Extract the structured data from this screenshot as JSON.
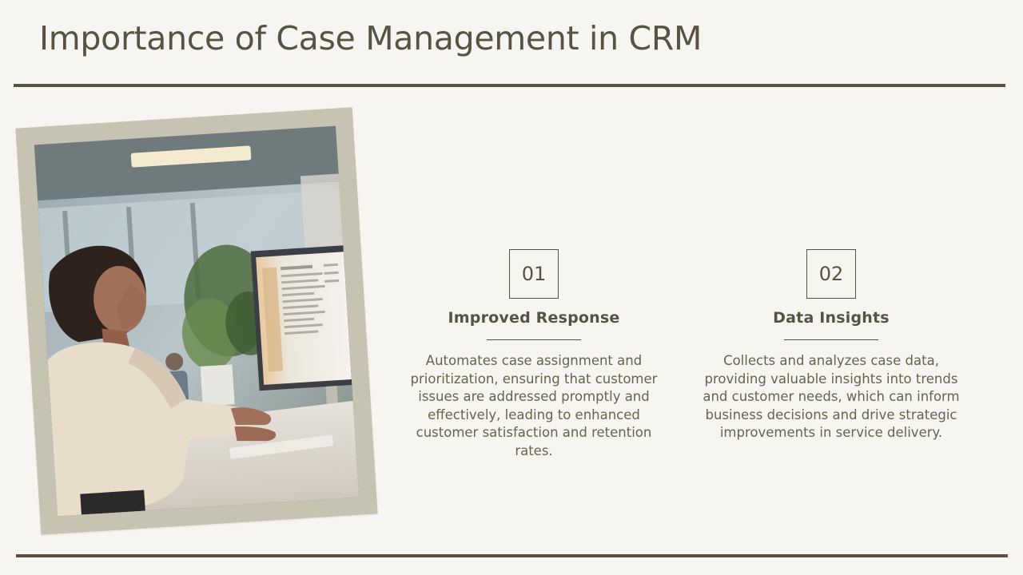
{
  "slide": {
    "title": "Importance of Case Management in CRM"
  },
  "photo": {
    "icon": "photo-woman-at-computer"
  },
  "features": [
    {
      "number": "01",
      "title": "Improved Response",
      "description": "Automates case assignment and prioritization, ensuring that customer issues are addressed promptly and effectively, leading to enhanced customer satisfaction and retention rates."
    },
    {
      "number": "02",
      "title": "Data Insights",
      "description": "Collects and analyzes case data, providing valuable insights into trends and customer needs, which can inform business decisions and drive strategic improvements in service delivery."
    }
  ],
  "colors": {
    "background": "#f6f5f1",
    "text": "#585242",
    "frame": "#c6c3b2"
  }
}
